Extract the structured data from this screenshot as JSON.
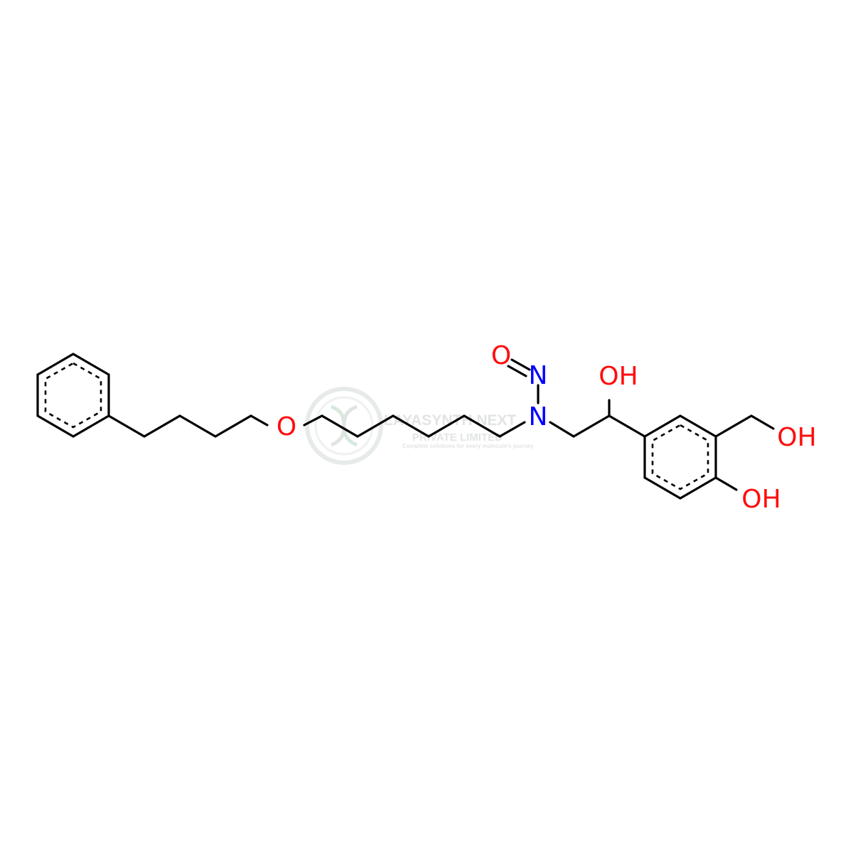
{
  "atoms": {
    "ether_oxygen": "O",
    "nitroso_oxygen": "O",
    "nitroso_nitrogen": "N",
    "amine_nitrogen": "N",
    "hydroxyl_1": "OH",
    "hydroxyl_2": "OH",
    "hydroxyl_3": "OH"
  },
  "colors": {
    "bond": "#000000",
    "oxygen": "#ff0d0d",
    "nitrogen": "#0000ff",
    "watermark": "#c8d2cc"
  },
  "watermark": {
    "line1": "LAYASYNTH NEXT",
    "line2": "PRIVATE LIMITED",
    "tagline": "Complete solutions for every molecule's journey"
  }
}
